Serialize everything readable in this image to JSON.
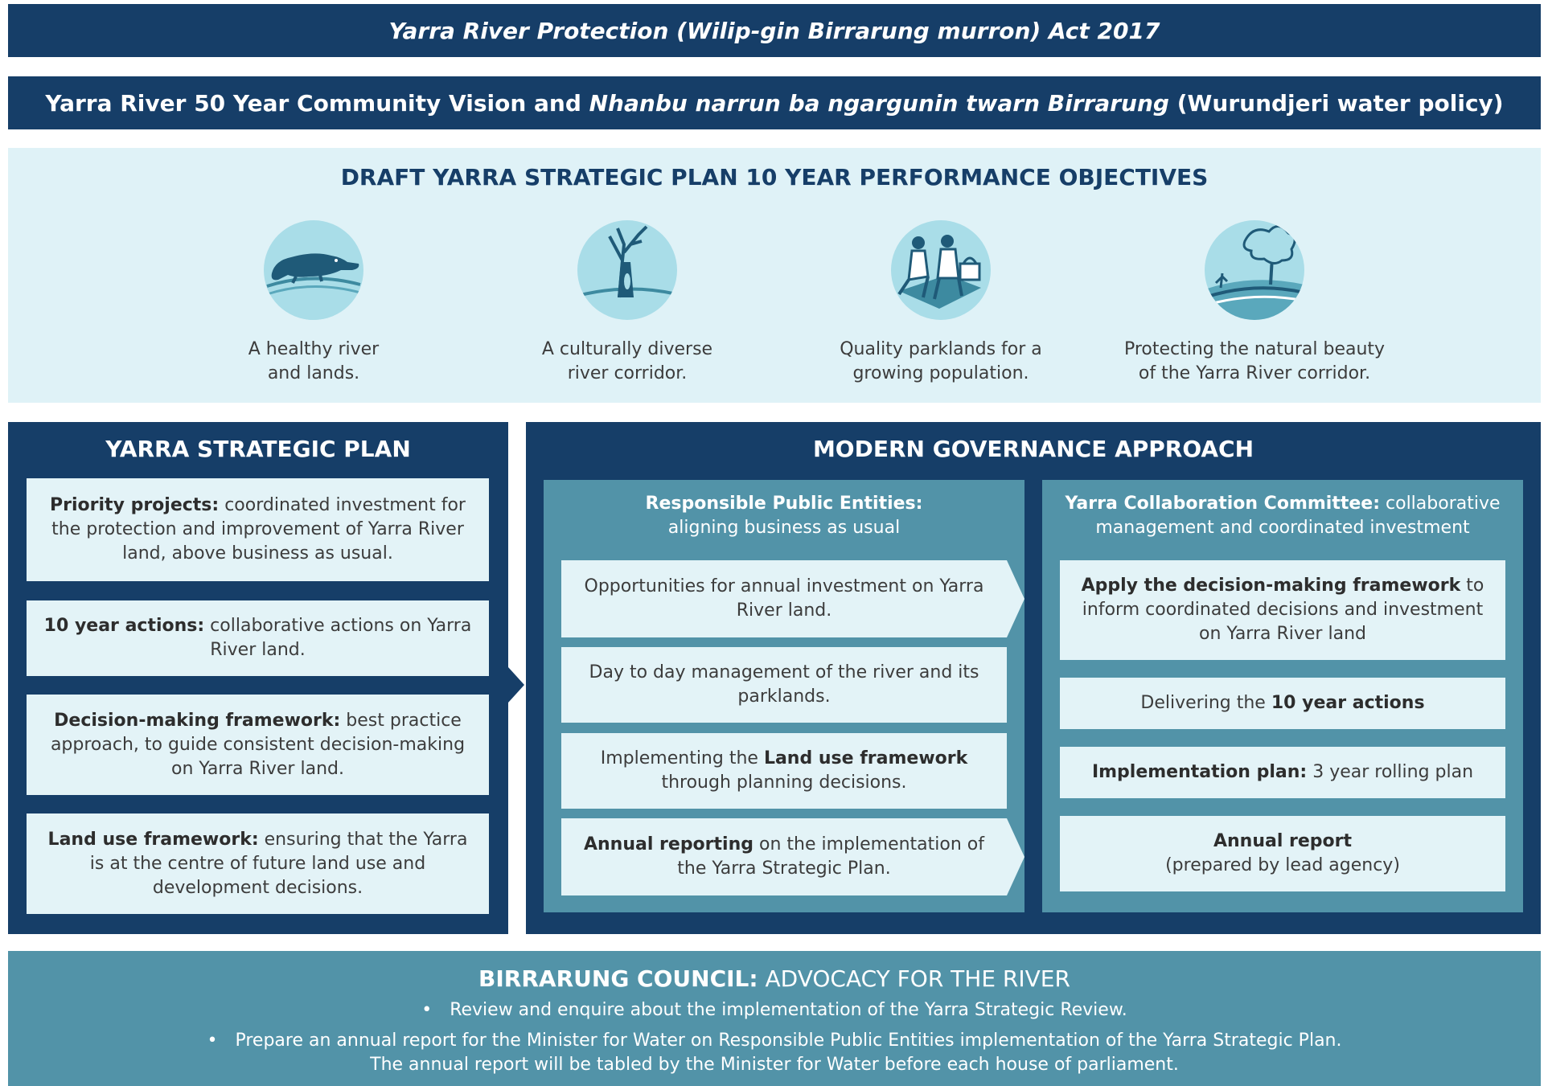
{
  "act": "Yarra River Protection (Wilip-gin Birrarung murron) Act 2017",
  "vision": {
    "part1": "Yarra River 50 Year Community Vision and ",
    "italic": "Nhanbu narrun ba ngargunin twarn Birrarung",
    "part2": " (Wurundjeri water policy)"
  },
  "objectives": {
    "title": "DRAFT YARRA STRATEGIC PLAN 10 YEAR PERFORMANCE OBJECTIVES",
    "items": [
      {
        "line1": "A healthy river",
        "line2": "and lands.",
        "icon": "platypus-icon"
      },
      {
        "line1": "A culturally diverse",
        "line2": "river corridor.",
        "icon": "scar-tree-icon"
      },
      {
        "line1": "Quality parklands for a",
        "line2": "growing population.",
        "icon": "picnic-icon"
      },
      {
        "line1": "Protecting the natural beauty",
        "line2": "of the Yarra River corridor.",
        "icon": "landscape-tree-icon"
      }
    ]
  },
  "ysp": {
    "title": "YARRA STRATEGIC PLAN",
    "boxes": [
      {
        "bold": "Priority projects:",
        "text": " coordinated investment for the protection and improvement of Yarra River land, above business as usual."
      },
      {
        "bold": "10 year actions:",
        "text": " collaborative actions on Yarra River land."
      },
      {
        "bold": "Decision-making framework:",
        "text": " best practice approach, to guide consistent decision-making on Yarra River land."
      },
      {
        "bold": "Land use framework:",
        "text": " ensuring that the Yarra is at the centre of future land use and development decisions."
      }
    ]
  },
  "mga": {
    "title": "MODERN GOVERNANCE APPROACH",
    "rpe": {
      "head_bold": "Responsible Public Entities:",
      "head_text": "aligning business as usual",
      "b1": "Opportunities for annual investment on Yarra River land.",
      "b2": "Day to day management of the river and its parklands.",
      "b3_pre": "Implementing the ",
      "b3_bold": "Land use framework",
      "b3_post": " through planning decisions.",
      "b4_bold": "Annual reporting",
      "b4_post": " on the implementation of the Yarra Strategic Plan."
    },
    "ycc": {
      "head_bold": "Yarra Collaboration Committee:",
      "head_text": " collaborative management and coordinated investment",
      "b1_bold": "Apply the decision-making framework",
      "b1_post": " to inform coordinated decisions and investment on Yarra River land",
      "b2_pre": "Delivering the ",
      "b2_bold": "10 year actions",
      "b3_bold": "Implementation plan:",
      "b3_post": " 3 year rolling plan",
      "b4_bold": "Annual report",
      "b4_post": "(prepared by lead agency)"
    }
  },
  "birrarung": {
    "title_bold": "BIRRARUNG COUNCIL:",
    "title_text": " ADVOCACY FOR THE RIVER",
    "bullet1": "Review and enquire about the implementation of the Yarra Strategic Review.",
    "bullet2": "Prepare an annual report for the Minister for Water on Responsible Public Entities implementation of the Yarra Strategic Plan.",
    "bullet2_cont": "The annual report will be tabled by the Minister for Water before each house of parliament.",
    "bullet_char": "•"
  },
  "colors": {
    "navy": "#163e68",
    "teal": "#5293a8",
    "pale": "#dff2f7",
    "circle": "#a9dde8"
  }
}
